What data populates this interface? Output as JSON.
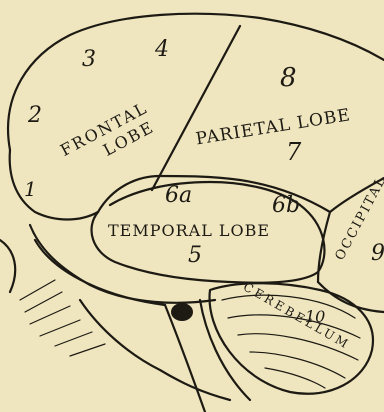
{
  "labels": {
    "frontal_lobe_1": "FRONTAL",
    "frontal_lobe_2": "LOBE",
    "parietal_lobe": "PARIETAL LOBE",
    "temporal_lobe": "TEMPORAL LOBE",
    "occipital": "OCCIPITAL",
    "cerebellum": "CEREBELLUM"
  },
  "numbers": {
    "n1": "1",
    "n2": "2",
    "n3": "3",
    "n4": "4",
    "n5": "5",
    "n6a": "6a",
    "n6b": "6b",
    "n7": "7",
    "n8": "8",
    "n9": "9",
    "n10": "10"
  },
  "colors": {
    "paper": "#efe6bf",
    "ink": "#1d1a14"
  }
}
